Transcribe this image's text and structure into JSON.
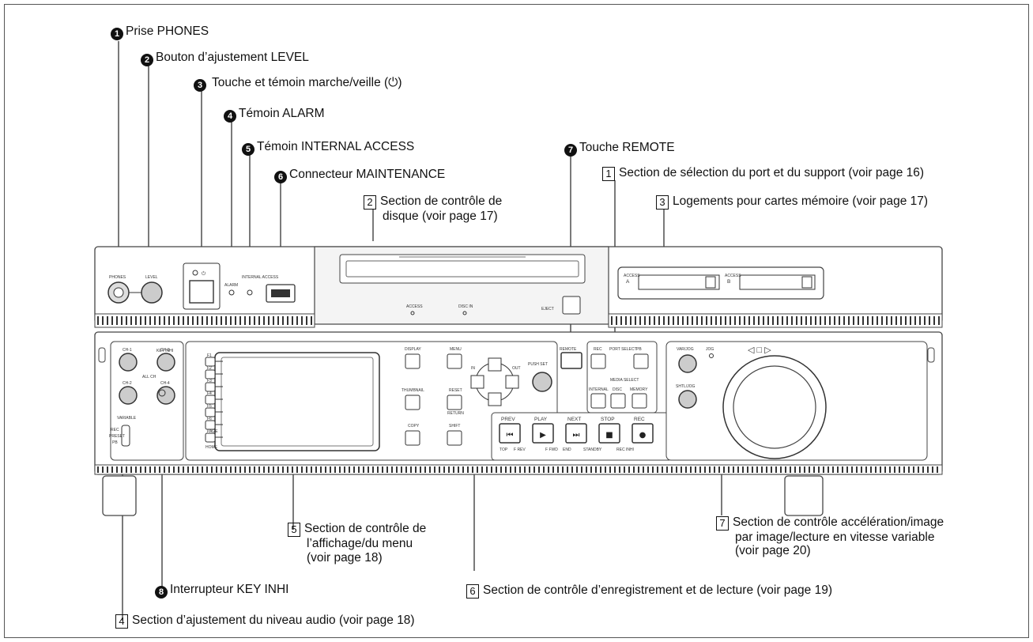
{
  "callouts": {
    "c1": {
      "num": "1",
      "text": "Prise PHONES"
    },
    "c2": {
      "num": "2",
      "text": "Bouton d’ajustement LEVEL"
    },
    "c3": {
      "num": "3",
      "text": "Touche et témoin marche/veille (⏻)"
    },
    "c4": {
      "num": "4",
      "text": "Témoin ALARM"
    },
    "c5": {
      "num": "5",
      "text": "Témoin INTERNAL ACCESS"
    },
    "c6": {
      "num": "6",
      "text": "Connecteur MAINTENANCE"
    },
    "c7": {
      "num": "7",
      "text": "Touche REMOTE"
    },
    "c8": {
      "num": "8",
      "text": "Interrupteur KEY INHI"
    }
  },
  "sections": {
    "s1": {
      "num": "1",
      "text": "Section de sélection du port et du support (voir page 16)"
    },
    "s2": {
      "num": "2",
      "line1": "Section de contrôle de",
      "line2": "disque (voir page 17)"
    },
    "s3": {
      "num": "3",
      "text": "Logements pour cartes mémoire (voir page 17)"
    },
    "s4": {
      "num": "4",
      "text": "Section d’ajustement du niveau audio (voir page 18)"
    },
    "s5": {
      "num": "5",
      "line1": "Section de contrôle de",
      "line2": "l’affichage/du menu",
      "line3": "(voir page 18)"
    },
    "s6": {
      "num": "6",
      "text": "Section de contrôle d’enregistrement et de lecture (voir page 19)"
    },
    "s7": {
      "num": "7",
      "line1": "Section de contrôle accélération/image",
      "line2": "par image/lecture en vitesse variable",
      "line3": "(voir page 20)"
    }
  },
  "panel_labels": {
    "phones": "PHONES",
    "level": "LEVEL",
    "alarm": "ALARM",
    "internal_access": "INTERNAL ACCESS",
    "access_disc": "ACCESS",
    "disc_in": "DISC IN",
    "eject": "EJECT",
    "access_a": "ACCESS",
    "slot_a": "A",
    "access_b": "ACCESS",
    "slot_b": "B",
    "ch1": "CH-1",
    "ch2": "CH-2",
    "ch3": "CH-3",
    "ch4": "CH-4",
    "all_ch": "ALL CH",
    "variable": "VARIABLE",
    "rec": "REC",
    "preset": "PRESET",
    "pb": "PB",
    "key_inhi": "KEY INHI",
    "f1": "F1",
    "f2": "F2",
    "f3": "F3",
    "f4": "F4",
    "f5": "F5",
    "f6": "F6",
    "page": "PAGE",
    "home": "HOME",
    "display": "DISPLAY",
    "menu": "MENU",
    "thumbnail": "THUMBNAIL",
    "reset": "RESET",
    "return": "RETURN",
    "copy": "COPY",
    "shift": "SHIFT",
    "push_set": "PUSH SET",
    "in": "IN",
    "out": "OUT",
    "remote": "REMOTE",
    "port_rec": "REC",
    "port_select": "PORT SELECT",
    "port_pb": "PB",
    "media_select": "MEDIA SELECT",
    "internal": "INTERNAL",
    "disc": "DISC",
    "memory": "MEMORY",
    "prev": "PREV",
    "play": "PLAY",
    "next": "NEXT",
    "stop": "STOP",
    "rec_btn": "REC",
    "top": "TOP",
    "f_rev": "F REV",
    "f_fwd": "F FWD",
    "end": "END",
    "standby": "STANDBY",
    "rec_inhi": "REC INHI",
    "variable_jog": "VAR/JOG",
    "jog": "JOG",
    "shtl_jog": "SHTL/JOG"
  }
}
